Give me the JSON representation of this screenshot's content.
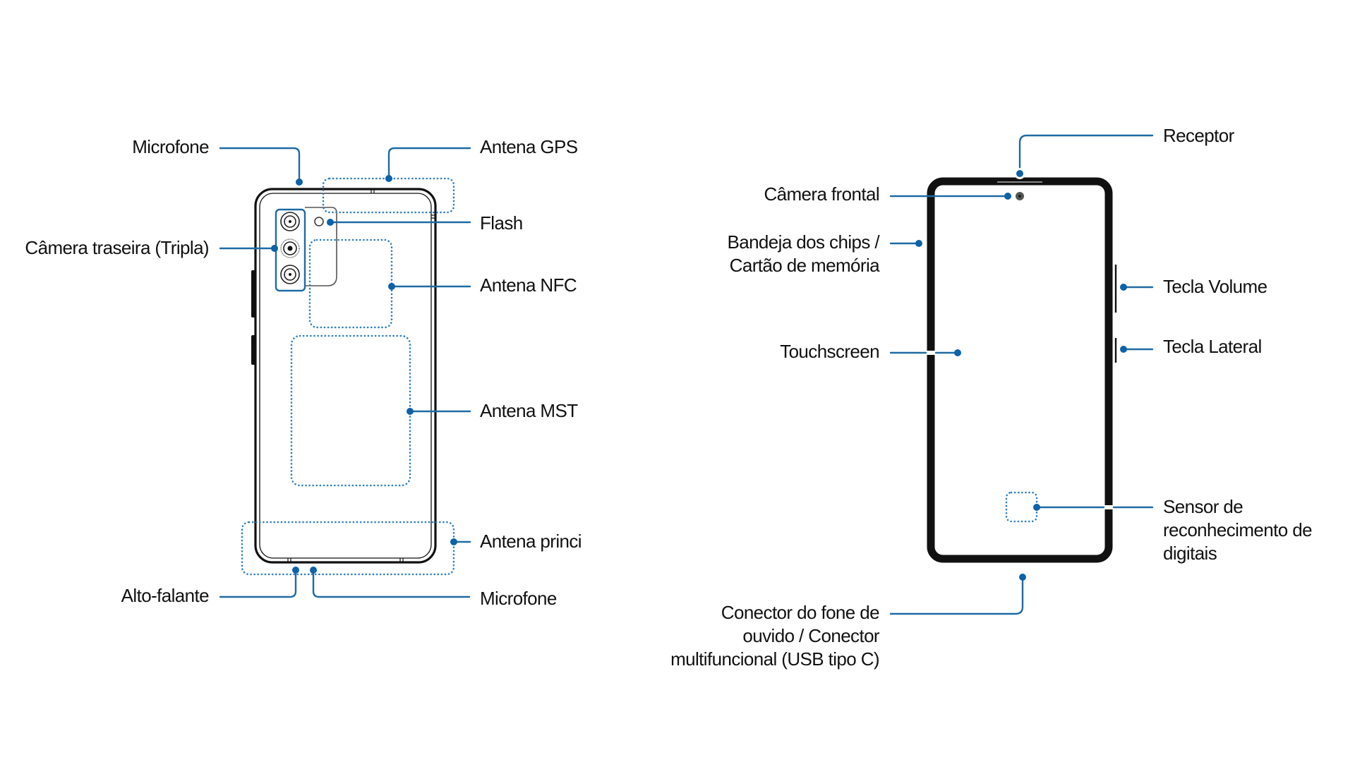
{
  "accent_color": "#0d62a8",
  "back_view": {
    "labels": {
      "mic_top": "Microfone",
      "rear_camera": "Câmera traseira (Tripla)",
      "speaker": "Alto-falante",
      "gps_antenna": "Antena GPS",
      "flash": "Flash",
      "nfc_antenna": "Antena NFC",
      "mst_antenna": "Antena MST",
      "main_antenna": "Antena princi",
      "mic_bottom": "Microfone"
    }
  },
  "front_view": {
    "labels": {
      "front_camera": "Câmera frontal",
      "sim_tray_line1": "Bandeja dos chips /",
      "sim_tray_line2": "Cartão de memória",
      "touchscreen": "Touchscreen",
      "connector_line1": "Conector do fone de",
      "connector_line2": "ouvido / Conector",
      "connector_line3": "multifuncional (USB tipo C)",
      "receiver": "Receptor",
      "volume_key": "Tecla Volume",
      "side_key": "Tecla Lateral",
      "fingerprint_line1": "Sensor de",
      "fingerprint_line2": "reconhecimento de",
      "fingerprint_line3": "digitais"
    }
  }
}
